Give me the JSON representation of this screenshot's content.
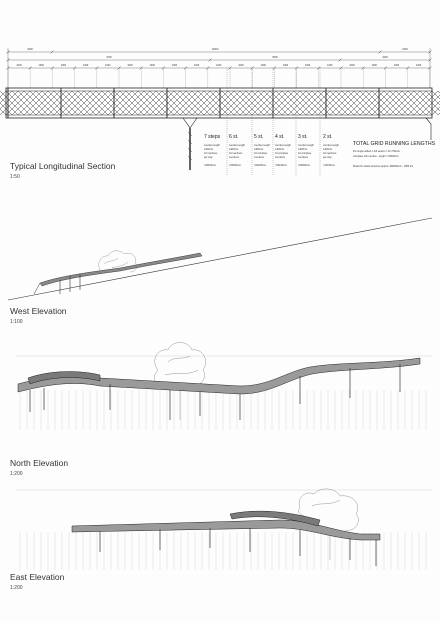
{
  "section": {
    "title": "Typical Longitudinal Section",
    "scale": "1:50",
    "dims_top": [
      "2000",
      "12900",
      "2300"
    ],
    "dims_mid": [
      "9700",
      "6500",
      "4200"
    ],
    "dims_bottom": [
      "1000",
      "1000",
      "1000",
      "1000",
      "1000",
      "1000",
      "1000",
      "1000",
      "1000",
      "1000",
      "1000",
      "1000",
      "1000",
      "1000",
      "1000",
      "1000",
      "1000",
      "1000",
      "1000"
    ],
    "steps": [
      {
        "label": "7 steps",
        "notes": [
          "member length",
          "1400mm",
          "10 members",
          "per step"
        ],
        "total": "=20400mm"
      },
      {
        "label": "6 st.",
        "notes": [
          "member length",
          "1400mm",
          "10 members",
          "members"
        ],
        "total": "=20300mm"
      },
      {
        "label": "5 st.",
        "notes": [
          "member length",
          "1400mm",
          "10 complete",
          "members"
        ],
        "total": "=20200mm"
      },
      {
        "label": "4 st.",
        "notes": [
          "member length",
          "1400mm",
          "10 complete",
          "members"
        ],
        "total": "=20100mm"
      },
      {
        "label": "3 st.",
        "notes": [
          "member length",
          "1400mm",
          "10 complete",
          "members"
        ],
        "total": "=20000mm"
      },
      {
        "label": "2 st.",
        "notes": [
          "member length",
          "1400mm",
          "10 members",
          "per step"
        ],
        "total": "=19700mm"
      }
    ],
    "totals": {
      "title": "TOTAL GRID RUNNING LENGTHS",
      "lines": [
        "Per single deflect 1 full section = 2m 750mm",
        "Complete 10m section - length = 40000mm",
        "Model for artistic structure    approx. 980000mm - 1850 km"
      ]
    }
  },
  "views": [
    {
      "title": "West Elevation",
      "scale": "1:100"
    },
    {
      "title": "North Elevation",
      "scale": "1:200"
    },
    {
      "title": "East Elevation",
      "scale": "1:200"
    }
  ],
  "colors": {
    "ink": "#2a2a2a",
    "paper": "#fdfdfd",
    "faint": "#9a9a9a"
  }
}
